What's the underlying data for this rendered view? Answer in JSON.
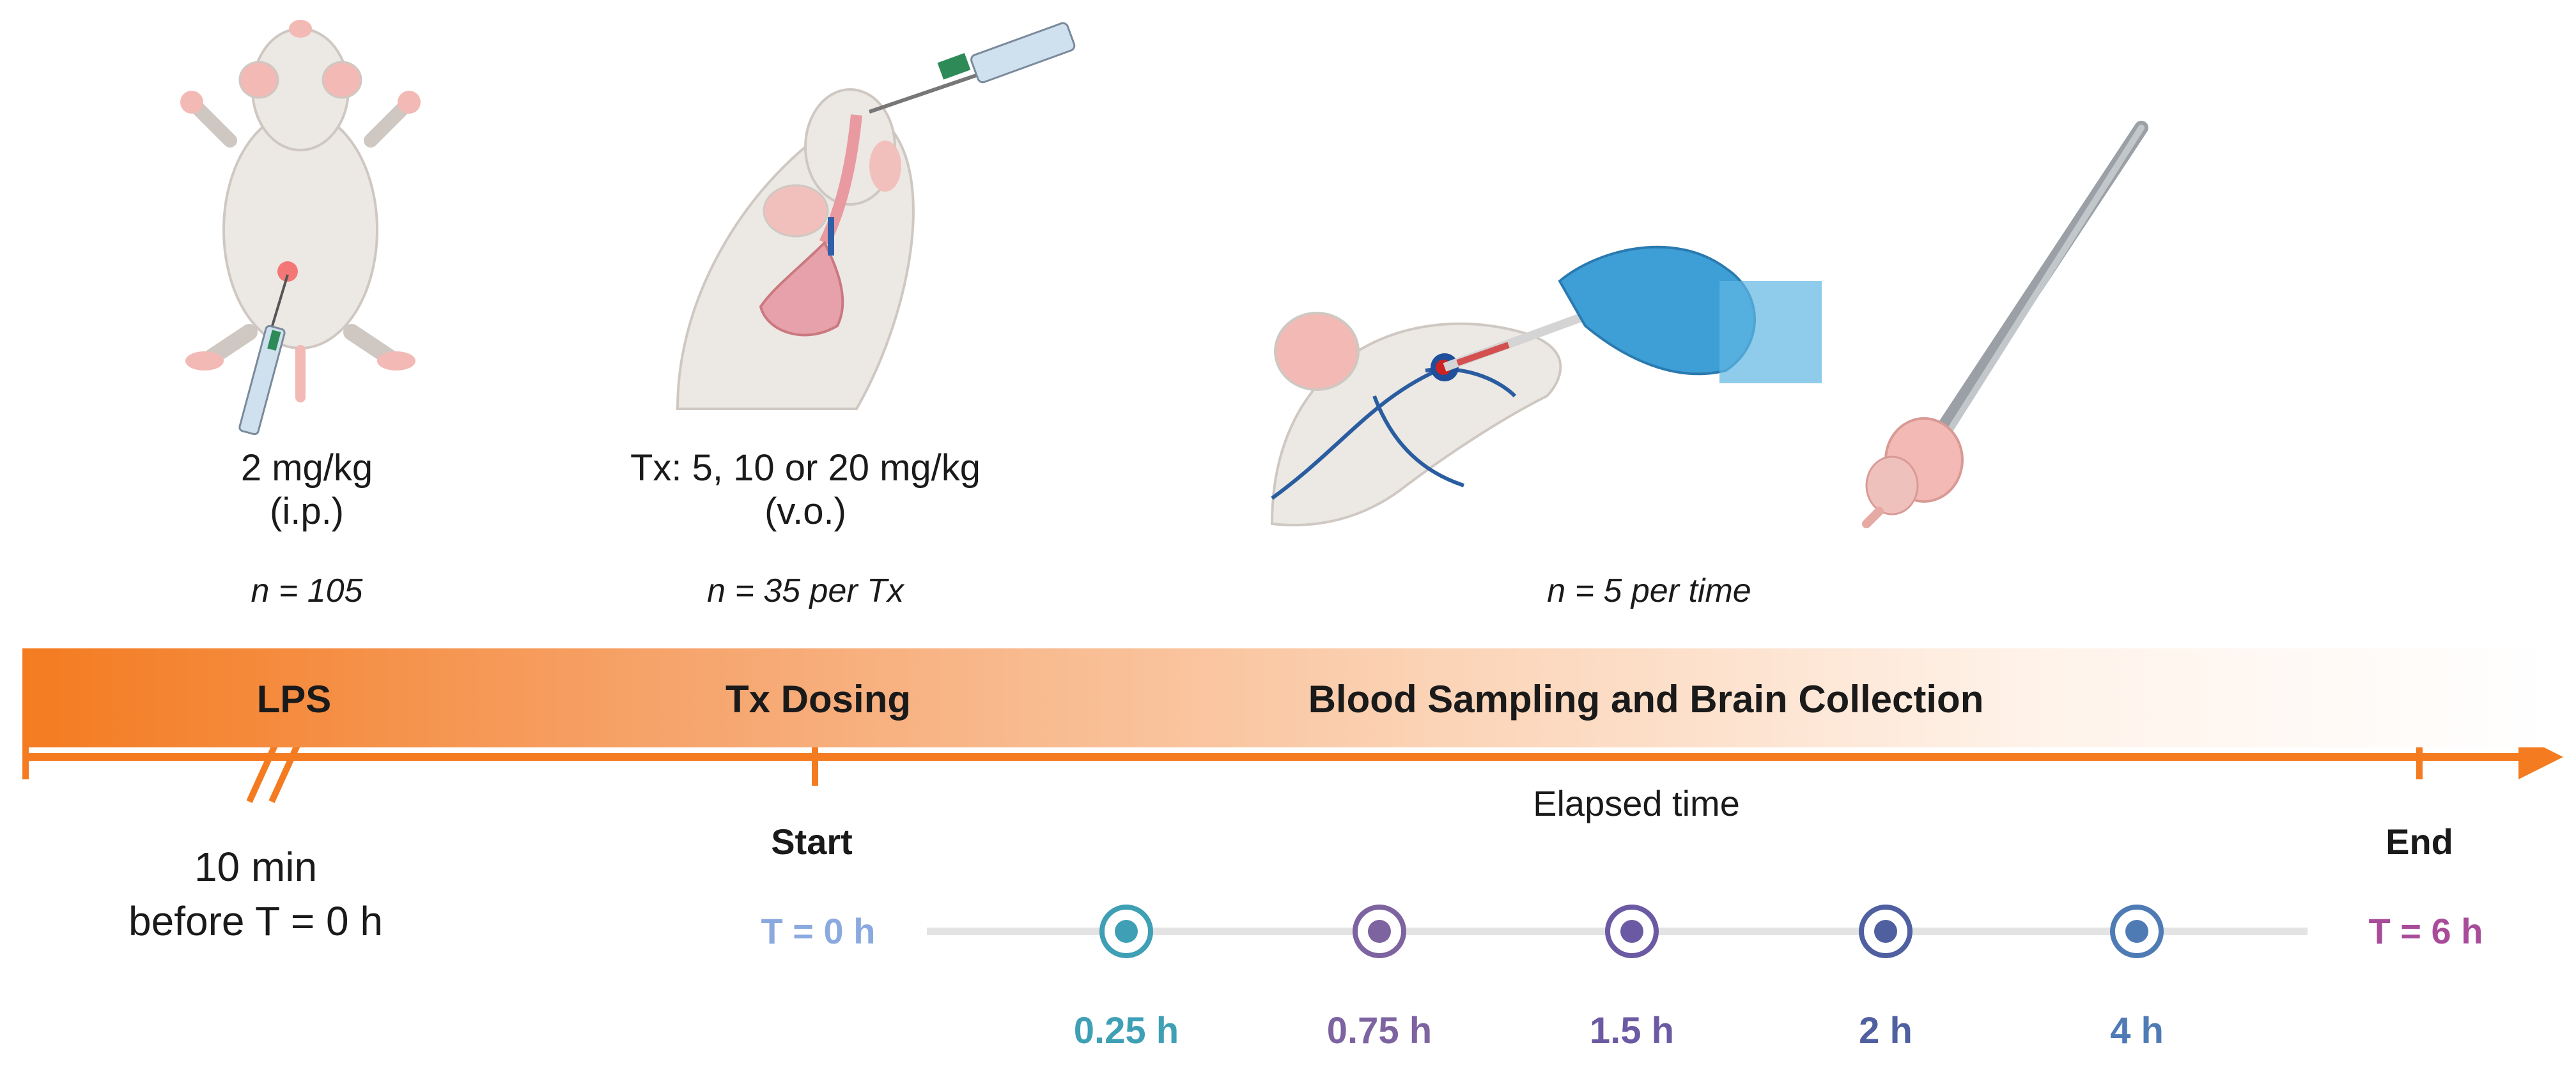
{
  "illustrations": {
    "rat_lps": {
      "name": "rat-lps-injection-illustration"
    },
    "rat_dosing": {
      "name": "rat-oral-gavage-illustration"
    },
    "blood_sampling": {
      "name": "retro-orbital-blood-sampling-illustration"
    },
    "brain": {
      "name": "brain-forceps-illustration"
    }
  },
  "doses": {
    "lps_dose": "2 mg/kg",
    "lps_route": "(i.p.)",
    "tx_dose": "Tx: 5, 10 or 20 mg/kg",
    "tx_route": "(v.o.)"
  },
  "n_labels": {
    "lps": "n = 105",
    "tx": "n = 35 per Tx",
    "time": "n = 5 per time"
  },
  "phases": {
    "lps": "LPS",
    "tx": "Tx Dosing",
    "sampling": "Blood Sampling and Brain Collection"
  },
  "timeline": {
    "pre_line1": "10 min",
    "pre_line2": "before T = 0 h",
    "elapsed": "Elapsed time",
    "start": "Start",
    "end": "End",
    "t0": "T = 0 h",
    "t6": "T = 6 h"
  },
  "timepoints": [
    {
      "label": "0.25 h",
      "color": "#3e9fb5"
    },
    {
      "label": "0.75 h",
      "color": "#7d63a0"
    },
    {
      "label": "1.5 h",
      "color": "#6b5aa3"
    },
    {
      "label": "2 h",
      "color": "#4f5fa0"
    },
    {
      "label": "4 h",
      "color": "#4f7bb5"
    }
  ],
  "colors": {
    "accent": "#f47b20",
    "t0": "#8aa9df",
    "t6": "#a84c9a"
  }
}
